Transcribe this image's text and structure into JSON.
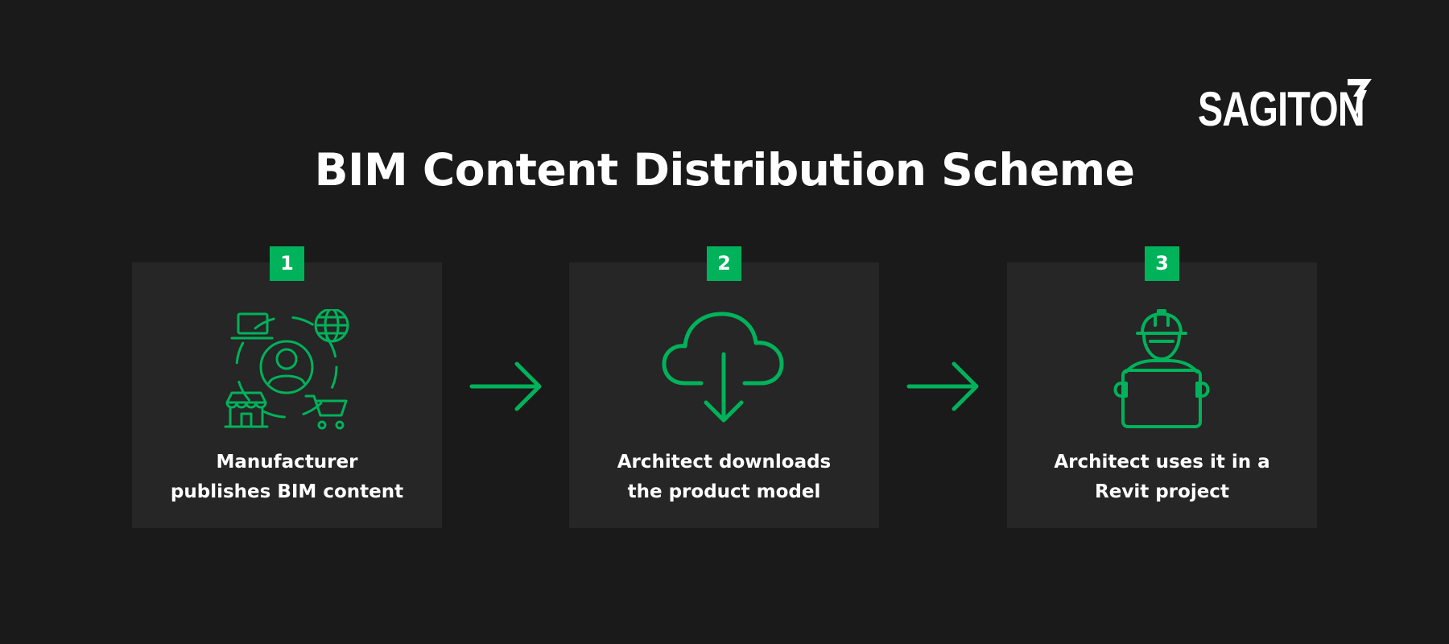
{
  "brand": {
    "logo_text": "SAGITON",
    "logo_mark_icon": "stylized-seven-arrow-icon"
  },
  "title": "BIM Content Distribution Scheme",
  "accent_color": "#00b25a",
  "background_color": "#1a1a1a",
  "card_color": "#262626",
  "steps": [
    {
      "number": "1",
      "label": "Manufacturer\npublishes BIM content",
      "icon": "manufacturer-network-icon"
    },
    {
      "number": "2",
      "label": "Architect downloads\nthe product model",
      "icon": "cloud-download-icon"
    },
    {
      "number": "3",
      "label": "Architect uses it in a\nRevit project",
      "icon": "architect-blueprint-icon"
    }
  ],
  "connector_icon": "arrow-right-icon"
}
